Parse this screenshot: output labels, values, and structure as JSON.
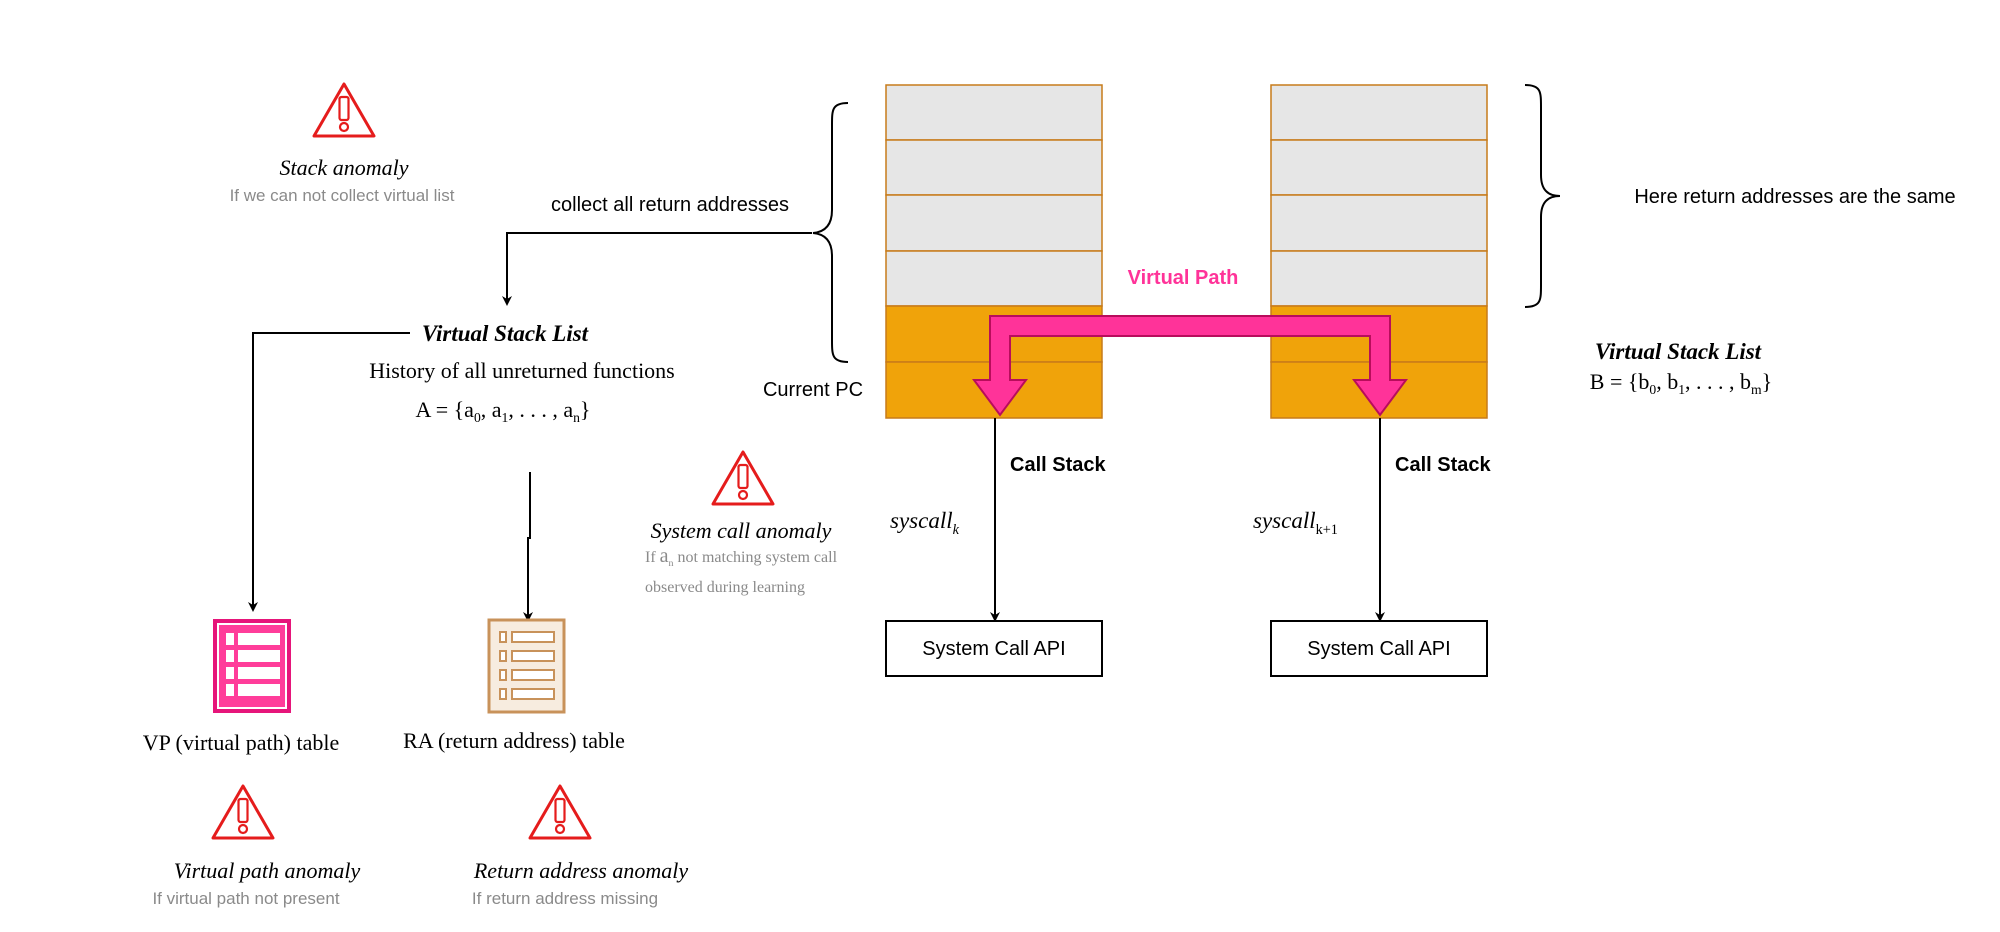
{
  "colors": {
    "anomaly_red": "#e51c1c",
    "virtual_path_pink": "#ff3399",
    "stack_grey": "#e6e6e6",
    "stack_orange": "#f0a30a",
    "stack_border": "#c77b1a",
    "ra_table": "#c8925a",
    "vp_table": "#e6157a",
    "note_grey": "#8a8a8a"
  },
  "icons": {
    "anomaly": "warning-triangle-icon",
    "vp_table": "table-icon",
    "ra_table": "table-icon"
  },
  "anomalies": {
    "stack": {
      "title": "Stack anomaly",
      "note": "If we can not collect virtual list"
    },
    "system_call": {
      "title": "System call anomaly",
      "note_prefix": "If ",
      "note_var": "a",
      "note_var_sub": "n",
      "note_rest": " not matching system call",
      "note_line2": "observed during learning"
    },
    "virtual_path": {
      "title": "Virtual path anomaly",
      "note": "If virtual path not present"
    },
    "return_address": {
      "title": "Return address anomaly",
      "note": "If return address missing"
    }
  },
  "collect_label": "collect all return addresses",
  "same_note": "Here return addresses are the same",
  "current_pc": "Current PC",
  "virtual_path_label": "Virtual Path",
  "list_a": {
    "title": "Virtual Stack List",
    "subtitle": "History of all unreturned functions",
    "formula_prefix": "A = {a",
    "sub0": "0",
    "mid1": ", a",
    "sub1": "1",
    "mid2": ", . . . , a",
    "subn": "n",
    "suffix": "}"
  },
  "list_b": {
    "title": "Virtual Stack List",
    "formula_prefix": "B = {b",
    "sub0": "0",
    "mid1": ", b",
    "sub1": "1",
    "mid2": ", . . . , b",
    "subm": "m",
    "suffix": "}"
  },
  "tables": {
    "vp": "VP (virtual path) table",
    "ra": "RA (return address) table"
  },
  "stacks": [
    {
      "call_stack_label": "Call Stack",
      "syscall": "syscall",
      "syscall_sub": "k",
      "api_label": "System Call API"
    },
    {
      "call_stack_label": "Call Stack",
      "syscall": "syscall",
      "syscall_sub": "k+1",
      "api_label": "System Call API"
    }
  ]
}
